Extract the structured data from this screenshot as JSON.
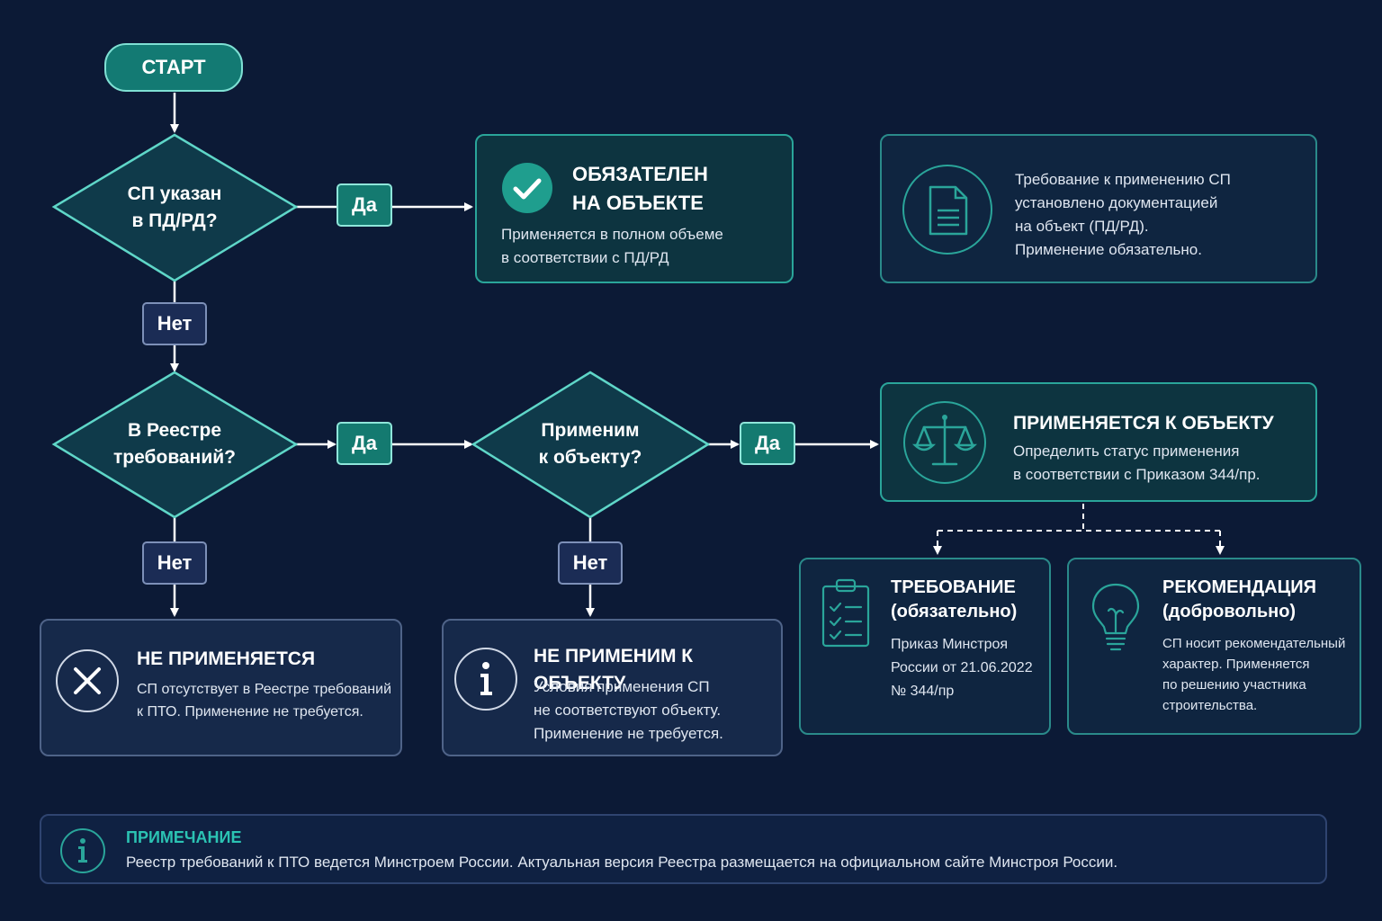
{
  "start": "СТАРТ",
  "decisions": {
    "d1": [
      "СП указан",
      "в ПД/РД?"
    ],
    "d2": [
      "В Реестре",
      "требований?"
    ],
    "d3": [
      "Применим",
      "к объекту?"
    ]
  },
  "tags": {
    "yes": "Да",
    "no": "Нет"
  },
  "mandatory": {
    "title": [
      "ОБЯЗАТЕЛЕН",
      "НА ОБЪЕКТЕ"
    ],
    "text": [
      "Применяется в полном объеме",
      "в соответствии с ПД/РД"
    ]
  },
  "info_doc": {
    "text": [
      "Требование к применению СП",
      "установлено документацией",
      "на объект (ПД/РД).",
      "Применение обязательно."
    ]
  },
  "applies": {
    "title": "ПРИМЕНЯЕТСЯ К ОБЪЕКТУ",
    "text": [
      "Определить статус применения",
      "в соответствии с Приказом 344/пр."
    ]
  },
  "requirement": {
    "title": [
      "ТРЕБОВАНИЕ",
      "(обязательно)"
    ],
    "text": [
      "Приказ Минстроя",
      "России от 21.06.2022",
      "№ 344/пр"
    ]
  },
  "recommendation": {
    "title": [
      "РЕКОМЕНДАЦИЯ",
      "(добровольно)"
    ],
    "text": [
      "СП носит рекомендательный",
      "характер. Применяется",
      "по решению участника",
      "строительства."
    ]
  },
  "not_applied": {
    "title": "НЕ ПРИМЕНЯЕТСЯ",
    "text": [
      "СП отсутствует в Реестре требований",
      "к ПТО. Применение не требуется."
    ]
  },
  "not_applicable": {
    "title": "НЕ ПРИМЕНИМ К ОБЪЕКТУ",
    "text": [
      "Условия применения СП",
      "не соответствуют объекту.",
      "Применение не требуется."
    ]
  },
  "note": {
    "title": "ПРИМЕЧАНИЕ",
    "text": "Реестр требований к ПТО ведется Минстроем России. Актуальная версия Реестра размещается на официальном сайте Минстроя России."
  },
  "icons": {
    "check": "check-circle-icon",
    "document": "document-icon",
    "scales": "scales-icon",
    "checklist": "clipboard-checklist-icon",
    "bulb": "lightbulb-icon",
    "cross": "x-circle-icon",
    "info": "info-icon"
  },
  "colors": {
    "background": "#0c1a36",
    "teal": "#137a73",
    "teal_border": "#2aa59a",
    "accent_text": "#2bc3b3",
    "diamond_fill": "#0f3a4a"
  }
}
